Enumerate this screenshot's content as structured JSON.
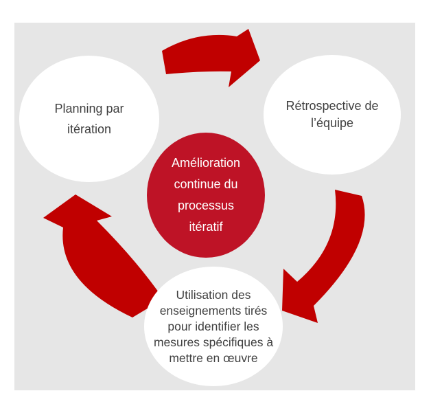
{
  "colors": {
    "page_background": "#ffffff",
    "panel_background": "#e6e6e6",
    "arrow_red": "#c00000",
    "center_circle_red": "#be1326",
    "node_circle_white": "#ffffff",
    "node_text_gray": "#404040",
    "center_text_white": "#ffffff"
  },
  "diagram": {
    "type": "cycle",
    "center": {
      "label": "Amélioration continue du processus itératif",
      "lines": [
        "Amélioration",
        "continue du",
        "processus",
        "itératif"
      ]
    },
    "nodes": [
      {
        "id": "planning-par-iteration",
        "label": "Planning par itération",
        "lines": [
          "Planning par",
          "itération"
        ]
      },
      {
        "id": "retrospective-equipe",
        "label": "Rétrospective de l’équipe",
        "lines": [
          "Rétrospective de",
          "l’équipe"
        ]
      },
      {
        "id": "utilisation-enseignements",
        "label": "Utilisation des enseignements tirés pour identifier les mesures spécifiques à mettre en œuvre",
        "lines": [
          "Utilisation des",
          "enseignements tirés",
          "pour identifier les",
          "mesures spécifiques à",
          "mettre en œuvre"
        ]
      }
    ],
    "arrows": [
      {
        "id": "top",
        "from": "planning-par-iteration",
        "to": "retrospective-equipe"
      },
      {
        "id": "right",
        "from": "retrospective-equipe",
        "to": "utilisation-enseignements"
      },
      {
        "id": "left",
        "from": "utilisation-enseignements",
        "to": "planning-par-iteration"
      }
    ]
  }
}
